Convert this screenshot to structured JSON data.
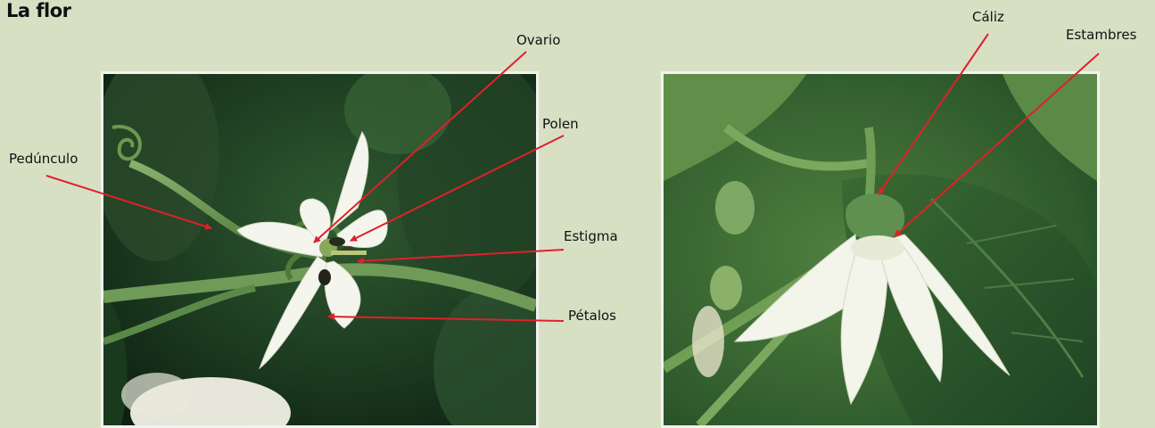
{
  "title": "La flor",
  "left_photo": {
    "labels": {
      "ovario": "Ovario",
      "polen": "Polen",
      "pedunculo": "Pedúnculo",
      "estigma": "Estigma",
      "petalos": "Pétalos"
    }
  },
  "right_photo": {
    "labels": {
      "caliz": "Cáliz",
      "estambres": "Estambres"
    }
  },
  "colors": {
    "background": "#d8e0c4",
    "arrow": "#e0202a",
    "foliage_dark": "#1e3d22",
    "foliage_light": "#6b9a4f",
    "petal": "#f4f6ee"
  }
}
